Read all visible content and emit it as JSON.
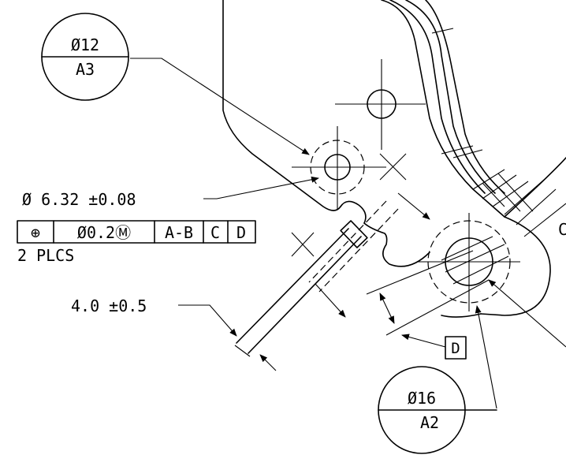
{
  "callouts": {
    "upper_balloon": {
      "top": "Ø12",
      "bottom": "A3"
    },
    "lower_balloon": {
      "top": "Ø16",
      "bottom": "A2"
    }
  },
  "hole_dimension": "Ø 6.32 ±0.08",
  "feature_control_frame": {
    "symbol": "⊕",
    "tolerance": "Ø0.2Ⓜ",
    "datum_primary": "A-B",
    "datum_secondary": "C",
    "datum_tertiary": "D"
  },
  "plcs_note": "2 PLCS",
  "width_dimension": "4.0 ±0.5",
  "datum_label": "D",
  "partial_label": "C"
}
